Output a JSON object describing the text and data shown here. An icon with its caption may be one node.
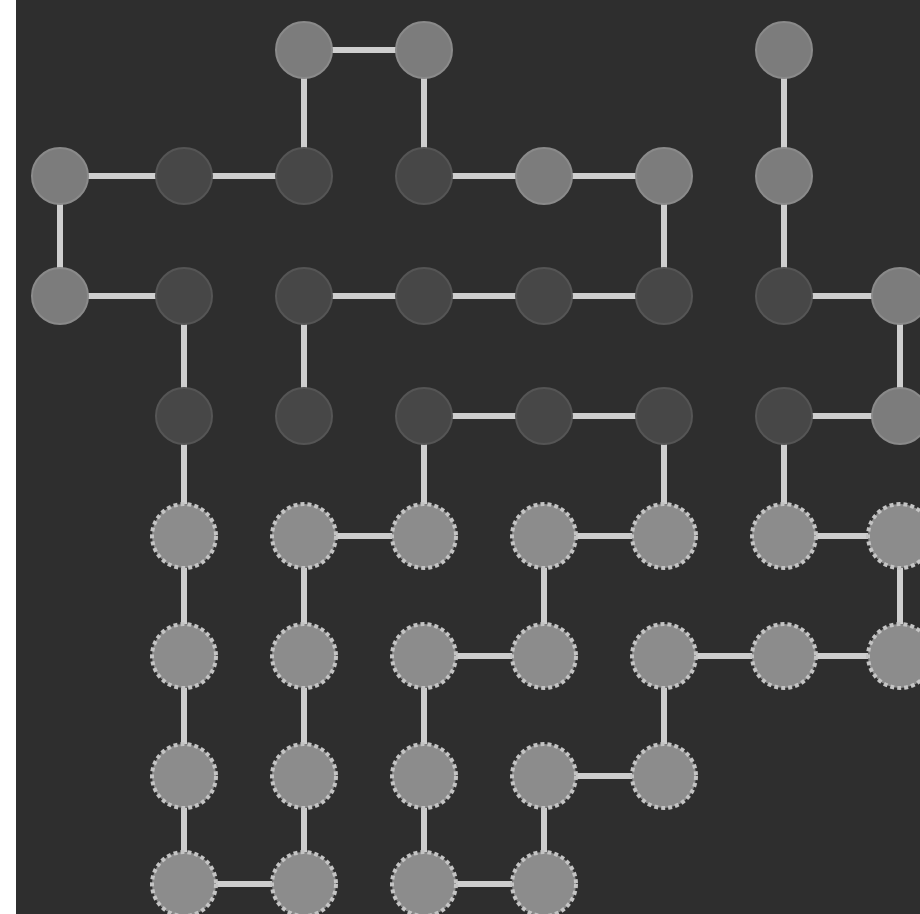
{
  "diagram": {
    "nodes": [
      {
        "text": [],
        "shape": "circle"
      },
      {
        "text": [],
        "shape": "circle"
      },
      {
        "text": [],
        "shape": "circle"
      },
      {
        "text": [],
        "shape": "circle"
      },
      {
        "text": [],
        "shape": "circle"
      },
      {
        "text": [],
        "shape": "circle"
      },
      {
        "text": [],
        "shape": "circle"
      },
      {
        "text": [],
        "shape": "circle"
      },
      {
        "text": [],
        "shape": "circle"
      },
      {
        "text": [],
        "shape": "circle"
      },
      {
        "text": [],
        "shape": "circle"
      },
      {
        "text": [],
        "shape": "circle"
      },
      {
        "text": [],
        "shape": "circle"
      },
      {
        "text": [],
        "shape": "circle"
      },
      {
        "text": [],
        "shape": "circle"
      },
      {
        "text": [],
        "shape": "circle"
      },
      {
        "text": [],
        "shape": "circle"
      },
      {
        "text": [],
        "shape": "circle"
      },
      {
        "text": [],
        "shape": "circle"
      },
      {
        "text": [],
        "shape": "circle"
      },
      {
        "text": [],
        "shape": "circle"
      },
      {
        "text": [],
        "shape": "circle"
      },
      {
        "text": [],
        "shape": "circle"
      },
      {
        "text": [],
        "shape": "circle"
      },
      {
        "text": [],
        "shape": "circle"
      },
      {
        "text": [],
        "shape": "circle"
      },
      {
        "text": [],
        "shape": "circle"
      },
      {
        "text": [],
        "shape": "circle"
      },
      {
        "text": [],
        "shape": "circle"
      },
      {
        "text": [],
        "shape": "circle"
      },
      {
        "text": [],
        "shape": "circle"
      },
      {
        "text": [],
        "shape": "circle"
      },
      {
        "text": [],
        "shape": "circle"
      },
      {
        "text": [],
        "shape": "circle"
      },
      {
        "text": [],
        "shape": "circle"
      },
      {
        "text": [],
        "shape": "circle"
      },
      {
        "text": [],
        "shape": "circle"
      },
      {
        "text": [],
        "shape": "circle"
      },
      {
        "text": [],
        "shape": "circle"
      },
      {
        "text": [],
        "shape": "circle"
      },
      {
        "text": [],
        "shape": "circle"
      },
      {
        "text": [],
        "shape": "circle"
      },
      {
        "text": [],
        "shape": "circle"
      },
      {
        "text": [],
        "shape": "circle"
      },
      {
        "text": [],
        "shape": "circle"
      },
      {
        "text": [],
        "shape": "circle"
      },
      {
        "text": [],
        "shape": "circle"
      },
      {
        "text": [],
        "shape": "circle"
      }
    ],
    "edges": [
      {
        "from": 0,
        "to": 1,
        "arrow": "none"
      },
      {
        "from": 0,
        "to": 5,
        "arrow": "none"
      },
      {
        "from": 1,
        "to": 6,
        "arrow": "none"
      },
      {
        "from": 3,
        "to": 4,
        "arrow": "none"
      },
      {
        "from": 4,
        "to": 5,
        "arrow": "none"
      },
      {
        "from": 3,
        "to": 10,
        "arrow": "none"
      },
      {
        "from": 6,
        "to": 7,
        "arrow": "none"
      },
      {
        "from": 7,
        "to": 8,
        "arrow": "none"
      },
      {
        "from": 8,
        "to": 15,
        "arrow": "none"
      },
      {
        "from": 2,
        "to": 9,
        "arrow": "none"
      },
      {
        "from": 9,
        "to": 16,
        "arrow": "none"
      },
      {
        "from": 10,
        "to": 11,
        "arrow": "none"
      },
      {
        "from": 11,
        "to": 18,
        "arrow": "none"
      },
      {
        "from": 12,
        "to": 13,
        "arrow": "none"
      },
      {
        "from": 13,
        "to": 14,
        "arrow": "none"
      },
      {
        "from": 14,
        "to": 15,
        "arrow": "none"
      },
      {
        "from": 12,
        "to": 19,
        "arrow": "none"
      },
      {
        "from": 16,
        "to": 17,
        "arrow": "none"
      },
      {
        "from": 17,
        "to": 24,
        "arrow": "none"
      },
      {
        "from": 23,
        "to": 24,
        "arrow": "none"
      },
      {
        "from": 20,
        "to": 21,
        "arrow": "none"
      },
      {
        "from": 21,
        "to": 22,
        "arrow": "none"
      },
      {
        "from": 22,
        "to": 29,
        "arrow": "none"
      },
      {
        "from": 23,
        "to": 30,
        "arrow": "none"
      },
      {
        "from": 18,
        "to": 25,
        "arrow": "none"
      },
      {
        "from": 20,
        "to": 27,
        "arrow": "none"
      },
      {
        "from": 26,
        "to": 27,
        "arrow": "none"
      },
      {
        "from": 25,
        "to": 32,
        "arrow": "none"
      },
      {
        "from": 26,
        "to": 33,
        "arrow": "none"
      },
      {
        "from": 32,
        "to": 39,
        "arrow": "none"
      },
      {
        "from": 39,
        "to": 44,
        "arrow": "none"
      },
      {
        "from": 44,
        "to": 45,
        "arrow": "none"
      },
      {
        "from": 33,
        "to": 40,
        "arrow": "none"
      },
      {
        "from": 40,
        "to": 45,
        "arrow": "none"
      },
      {
        "from": 34,
        "to": 41,
        "arrow": "none"
      },
      {
        "from": 41,
        "to": 46,
        "arrow": "none"
      },
      {
        "from": 34,
        "to": 35,
        "arrow": "none"
      },
      {
        "from": 28,
        "to": 35,
        "arrow": "none"
      },
      {
        "from": 28,
        "to": 29,
        "arrow": "none"
      },
      {
        "from": 30,
        "to": 31,
        "arrow": "none"
      },
      {
        "from": 31,
        "to": 38,
        "arrow": "none"
      },
      {
        "from": 36,
        "to": 37,
        "arrow": "none"
      },
      {
        "from": 37,
        "to": 38,
        "arrow": "none"
      },
      {
        "from": 36,
        "to": 43,
        "arrow": "none"
      },
      {
        "from": 42,
        "to": 43,
        "arrow": "none"
      },
      {
        "from": 42,
        "to": 47,
        "arrow": "none"
      },
      {
        "from": 46,
        "to": 47,
        "arrow": "none"
      }
    ]
  }
}
